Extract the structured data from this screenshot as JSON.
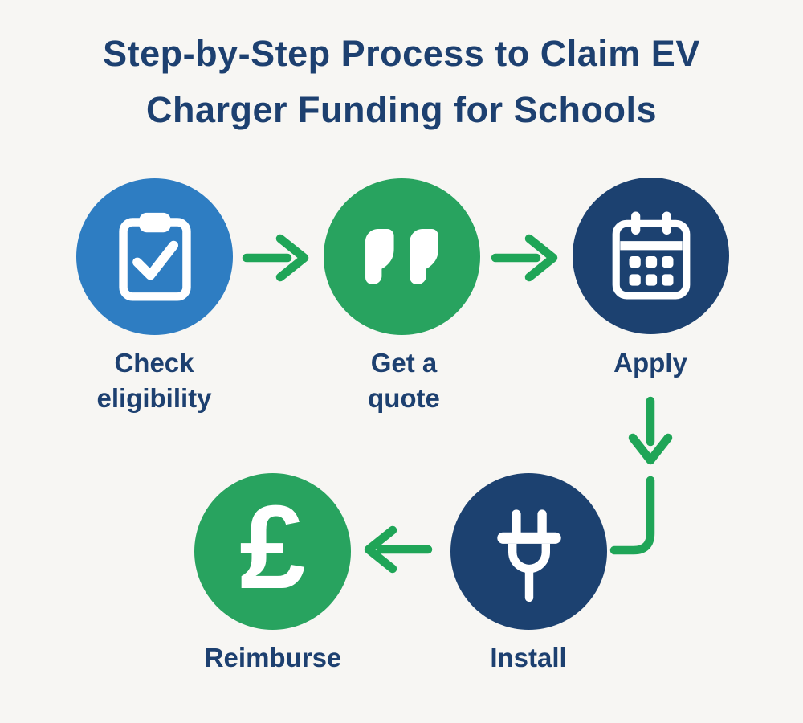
{
  "title": {
    "line1": "Step-by-Step Process to Claim EV",
    "line2": "Charger Funding for Schools"
  },
  "steps": [
    {
      "id": "check-eligibility",
      "label": "Check\neligibility",
      "icon": "clipboard-check-icon",
      "circle_color": "#2e7dc2"
    },
    {
      "id": "get-a-quote",
      "label": "Get a\nquote",
      "icon": "quote-icon",
      "circle_color": "#28a35f"
    },
    {
      "id": "apply",
      "label": "Apply",
      "icon": "calendar-icon",
      "circle_color": "#1c4170"
    },
    {
      "id": "install",
      "label": "Install",
      "icon": "plug-icon",
      "circle_color": "#1c4170"
    },
    {
      "id": "reimburse",
      "label": "Reimburse",
      "icon": "pound-sterling-icon",
      "circle_color": "#28a35f",
      "symbol": "£"
    }
  ],
  "colors": {
    "background": "#f7f6f3",
    "title_text": "#1d4070",
    "label_text": "#1d4070",
    "arrow_green": "#1fa557",
    "icon_white": "#ffffff",
    "blue_circle": "#2e7dc2",
    "green_circle": "#28a35f",
    "navy_circle": "#1c4170"
  }
}
